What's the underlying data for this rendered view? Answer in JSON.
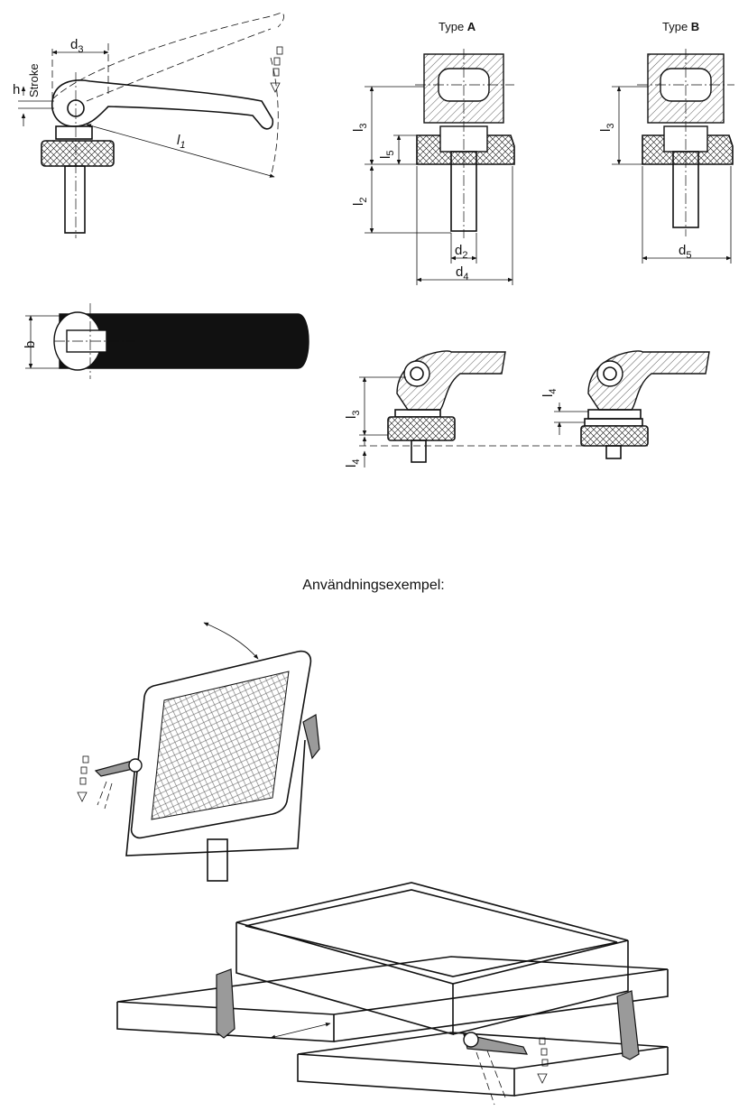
{
  "labels": {
    "type_a_prefix": "Type ",
    "type_a_letter": "A",
    "type_b_prefix": "Type ",
    "type_b_letter": "B",
    "h": "h",
    "stroke": "Stroke",
    "d3": "d",
    "d3_sub": "3",
    "l1": "l",
    "l1_sub": "1",
    "l3_a": "l",
    "l3_a_sub": "3",
    "l5": "l",
    "l5_sub": "5",
    "l2": "l",
    "l2_sub": "2",
    "d2": "d",
    "d2_sub": "2",
    "d4": "d",
    "d4_sub": "4",
    "l3_b": "l",
    "l3_b_sub": "3",
    "d5": "d",
    "d5_sub": "5",
    "b": "b",
    "l3_c": "l",
    "l3_c_sub": "3",
    "l4_c": "l",
    "l4_c_sub": "4",
    "l4_d": "l",
    "l4_d_sub": "4"
  },
  "caption": "Användningsexempel:",
  "icons": [
    "arrow-icon",
    "dimension-arrow-icon"
  ]
}
